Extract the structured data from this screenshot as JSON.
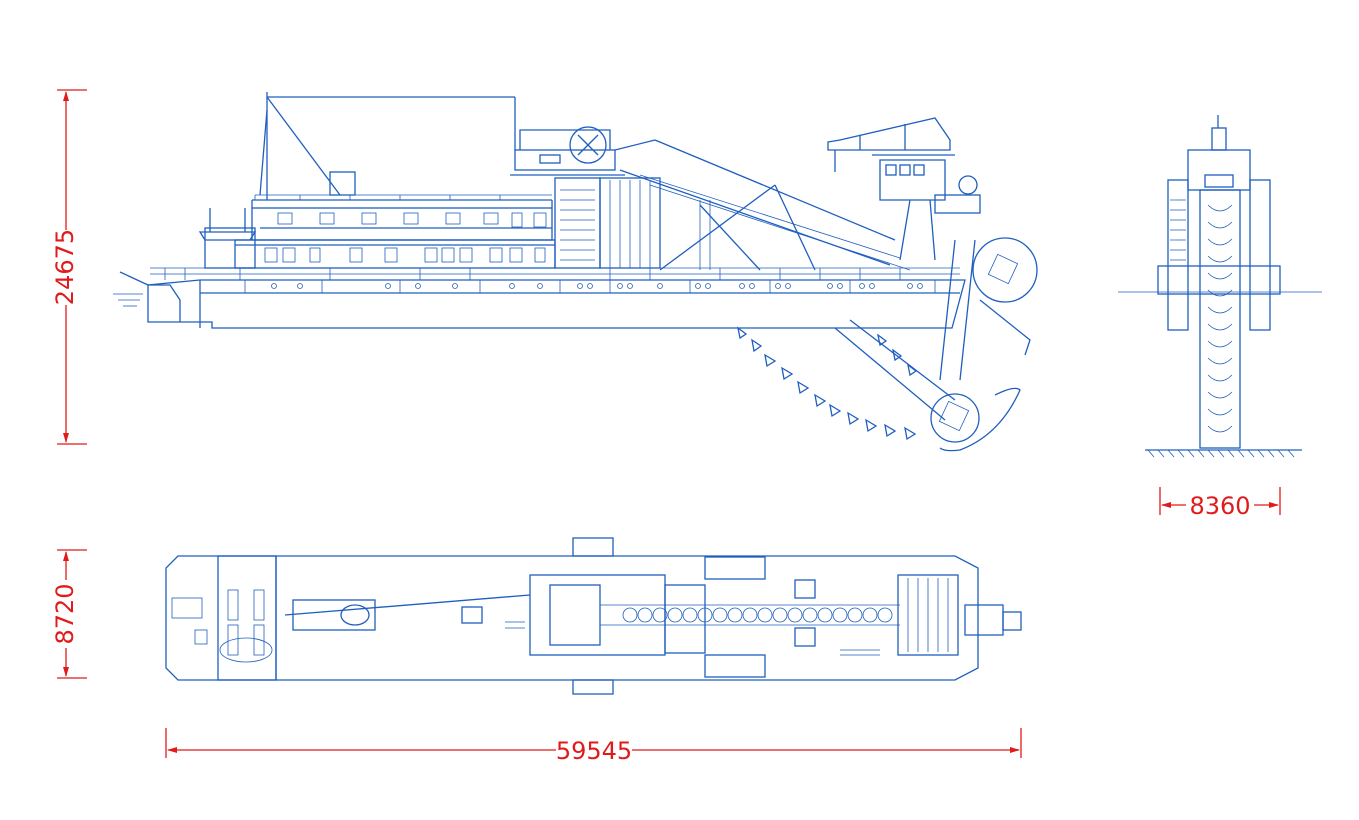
{
  "dimensions": {
    "height": "24675",
    "width": "8720",
    "length": "59545",
    "beam": "8360"
  },
  "colors": {
    "drawing": "#1f5fbf",
    "dimension": "#e01b1b",
    "background": "#ffffff"
  }
}
